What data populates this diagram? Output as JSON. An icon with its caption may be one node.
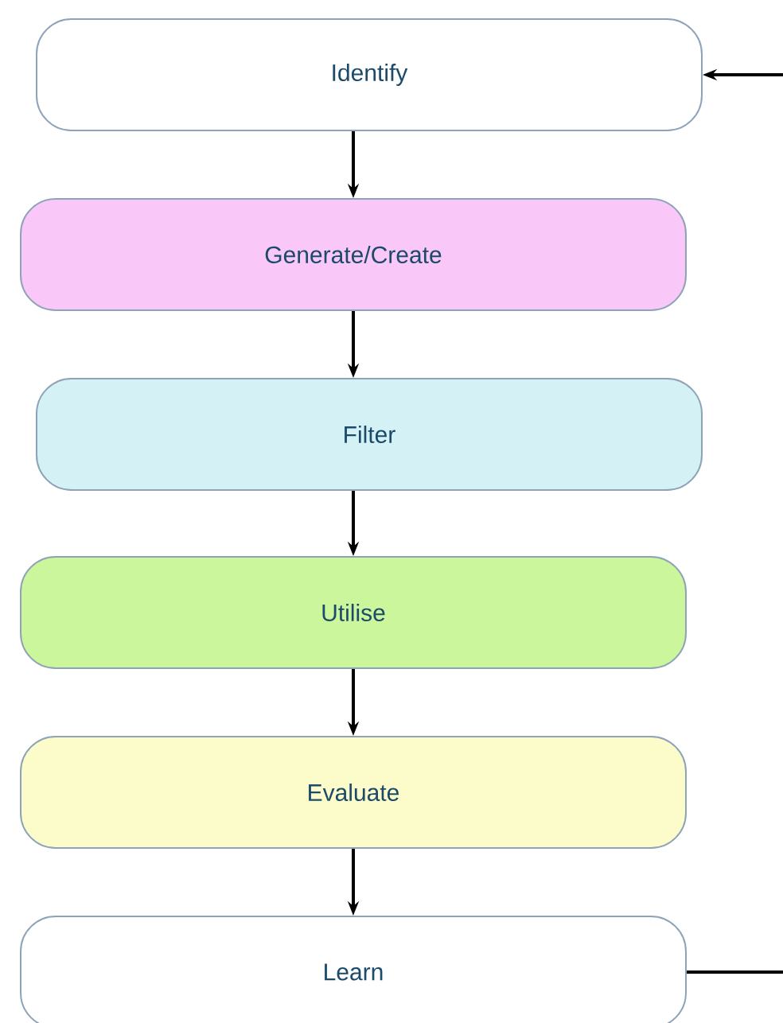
{
  "diagram": {
    "nodes": [
      {
        "text": [
          "Identify"
        ]
      },
      {
        "text": [
          "Generate/Create"
        ]
      },
      {
        "text": [
          "Filter"
        ]
      },
      {
        "text": [
          "Utilise"
        ]
      },
      {
        "text": [
          "Evaluate"
        ]
      },
      {
        "text": [
          "Learn"
        ]
      }
    ],
    "edges": [
      {
        "from": 0,
        "to": 1,
        "arrow": "to"
      },
      {
        "from": 1,
        "to": 2,
        "arrow": "to"
      },
      {
        "from": 2,
        "to": 3,
        "arrow": "to"
      },
      {
        "from": 3,
        "to": 4,
        "arrow": "to"
      },
      {
        "from": 4,
        "to": 5,
        "arrow": "to"
      },
      {
        "from": 5,
        "to": 0,
        "arrow": "to"
      }
    ]
  }
}
